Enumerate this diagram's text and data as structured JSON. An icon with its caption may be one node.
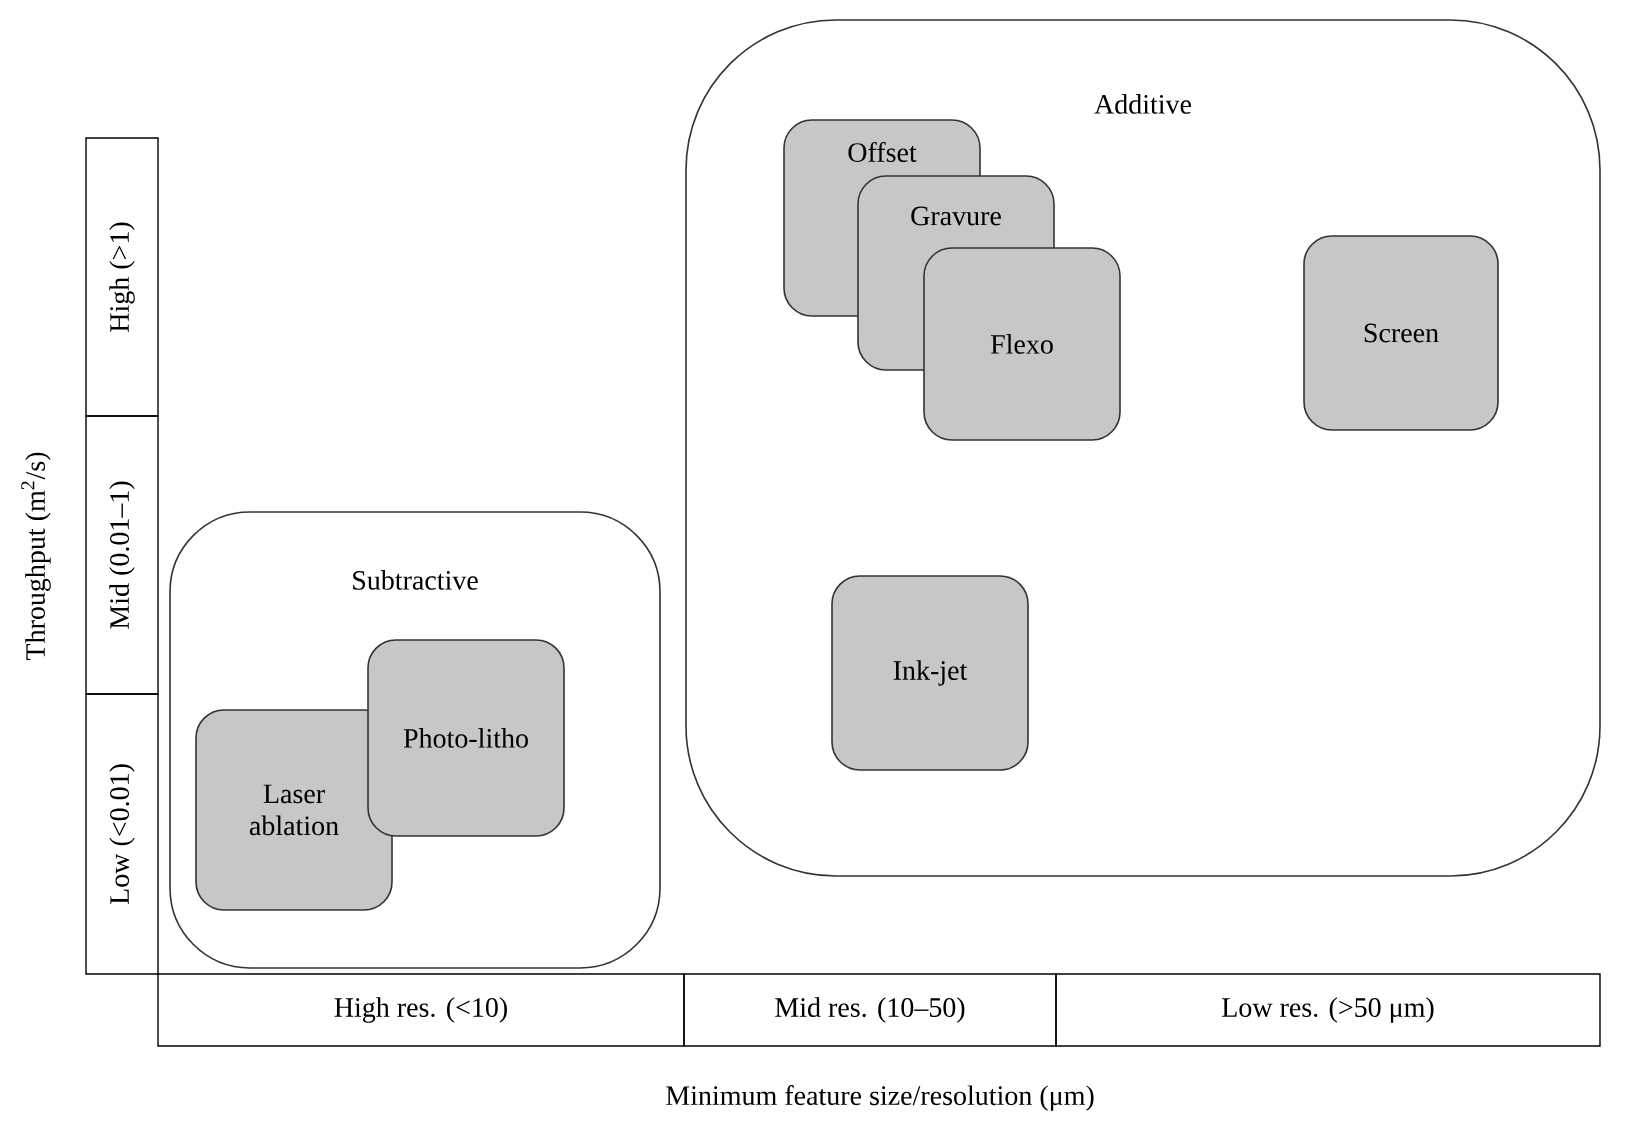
{
  "diagram": {
    "nodes": [
      {
        "text": [
          "Subtractive"
        ]
      },
      {
        "text": [
          "Laser ablation"
        ],
        "in": 0
      },
      {
        "text": [
          "Photo-litho"
        ],
        "in": 0
      },
      {
        "text": [
          "Additive"
        ]
      },
      {
        "text": [
          "Offset"
        ],
        "in": 3
      },
      {
        "text": [
          "Gravure"
        ],
        "in": 3
      },
      {
        "text": [
          "Flexo"
        ],
        "in": 3
      },
      {
        "text": [
          "Ink-jet"
        ],
        "in": 3
      },
      {
        "text": [
          "Screen"
        ],
        "in": 3
      }
    ],
    "labels": [
      "High (>1)",
      "Mid (0.01–1)",
      "Low (<0.01)",
      "Throughput (m$^{2}$/s)",
      "High res. (<10)",
      "Mid res. (10–50)",
      "Low res. (>50 μm)",
      "Minimum feature size/resolution (μm)"
    ]
  }
}
